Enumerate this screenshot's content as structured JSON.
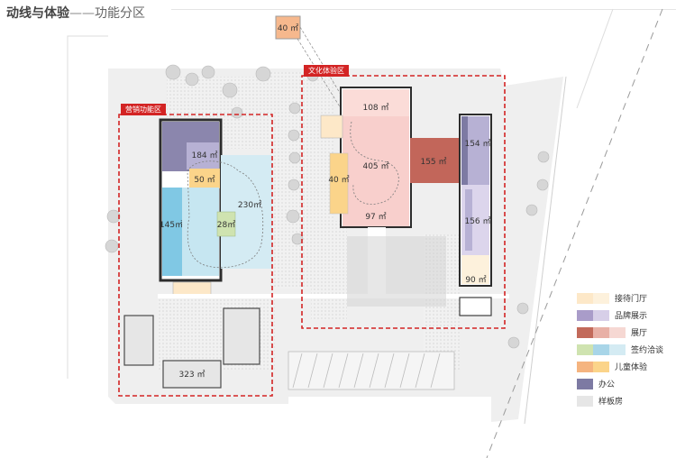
{
  "header": {
    "title_bold": "动线与体验",
    "title_dash": "——",
    "title_sub": "功能分区"
  },
  "zones": {
    "marketing": "营销功能区",
    "culture": "文化体验区"
  },
  "areas": {
    "a40_top": "40 ㎡",
    "a108": "108 ㎡",
    "a405": "405 ㎡",
    "a155": "155 ㎡",
    "a154": "154 ㎡",
    "a40_left": "40 ㎡",
    "a97": "97 ㎡",
    "a156": "156 ㎡",
    "a90": "90 ㎡",
    "a184": "184 ㎡",
    "a50": "50 ㎡",
    "a230": "230㎡",
    "a145": "145㎡",
    "a28": "28㎡",
    "a323": "323 ㎡"
  },
  "legend": [
    {
      "label": "接待门厅",
      "colors": [
        "#fde8c8",
        "#fdf1dc"
      ]
    },
    {
      "label": "品牌展示",
      "colors": [
        "#a99cc9",
        "#d7cfe8"
      ]
    },
    {
      "label": "展厅",
      "colors": [
        "#c26a5a",
        "#e8b0a6",
        "#f6d8d3"
      ]
    },
    {
      "label": "签约洽谈",
      "colors": [
        "#cfe3b0",
        "#a8d5e8",
        "#d4ebf3"
      ]
    },
    {
      "label": "儿童体验",
      "colors": [
        "#f5b47f",
        "#fbd48a"
      ]
    },
    {
      "label": "办公",
      "colors": [
        "#7d7aa3"
      ]
    },
    {
      "label": "样板房",
      "colors": [
        "#e6e6e6"
      ]
    }
  ]
}
